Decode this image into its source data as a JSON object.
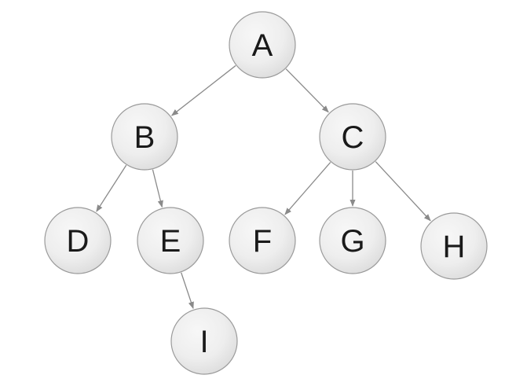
{
  "diagram": {
    "type": "tree",
    "colors": {
      "node_fill_light": "#f7f7f7",
      "node_fill_dark": "#dcdcdc",
      "node_stroke": "#9a9a9a",
      "edge": "#8a8a8a",
      "label": "#1a1a1a"
    },
    "nodes": [
      {
        "id": "A",
        "label": "A"
      },
      {
        "id": "B",
        "label": "B"
      },
      {
        "id": "C",
        "label": "C"
      },
      {
        "id": "D",
        "label": "D"
      },
      {
        "id": "E",
        "label": "E"
      },
      {
        "id": "F",
        "label": "F"
      },
      {
        "id": "G",
        "label": "G"
      },
      {
        "id": "H",
        "label": "H"
      },
      {
        "id": "I",
        "label": "I"
      }
    ],
    "edges": [
      {
        "from": "A",
        "to": "B"
      },
      {
        "from": "A",
        "to": "C"
      },
      {
        "from": "B",
        "to": "D"
      },
      {
        "from": "B",
        "to": "E"
      },
      {
        "from": "C",
        "to": "F"
      },
      {
        "from": "C",
        "to": "G"
      },
      {
        "from": "C",
        "to": "H"
      },
      {
        "from": "E",
        "to": "I"
      }
    ]
  }
}
